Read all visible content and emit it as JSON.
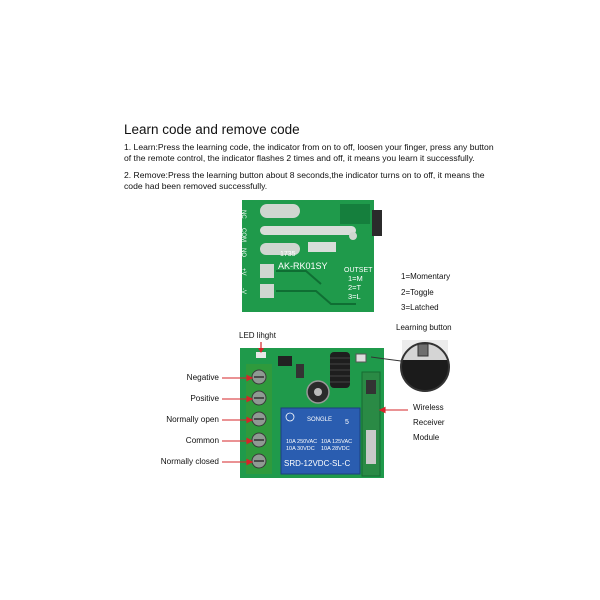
{
  "title": "Learn code and remove code",
  "instructions": {
    "step1": "1. Learn:Press the learning code, the indicator from on to off, loosen your finger, press any button of the remote control, the indicator flashes 2 times and off, it means you learn it successfully.",
    "step2": "2. Remove:Press the learning button about 8 seconds,the indicator turns on to off, it means the code had been removed successfully."
  },
  "top_board": {
    "model": "AK-RK01SY",
    "date_code": "1735",
    "outset_label": "OUTSET",
    "outset_modes": [
      "1=M",
      "2=T",
      "3=L"
    ],
    "pin_labels": [
      "NC",
      "COM",
      "NO",
      "+V",
      "-V"
    ]
  },
  "mode_legend": [
    "1=Momentary",
    "2=Toggle",
    "3=Latched"
  ],
  "bottom_board": {
    "led_label": "LED lihght",
    "terminal_labels": [
      "Negative",
      "Positive",
      "Normally open",
      "Common",
      "Normally closed"
    ],
    "learning_button_label": "Learning button",
    "module_label": [
      "Wireless",
      "Receiver",
      "Module"
    ],
    "relay": {
      "brand": "SONGLE",
      "pins": "5",
      "rating_left": [
        "10A 250VAC",
        "10A  30VDC"
      ],
      "rating_right": [
        "10A 125VAC",
        "10A  28VDC"
      ],
      "model": "SRD-12VDC-SL-C"
    }
  },
  "colors": {
    "pcb_green": "#1e9a4a",
    "relay_blue": "#2a5db0",
    "terminal_green": "#2f9a3c",
    "arrow_red": "#d6242a"
  }
}
